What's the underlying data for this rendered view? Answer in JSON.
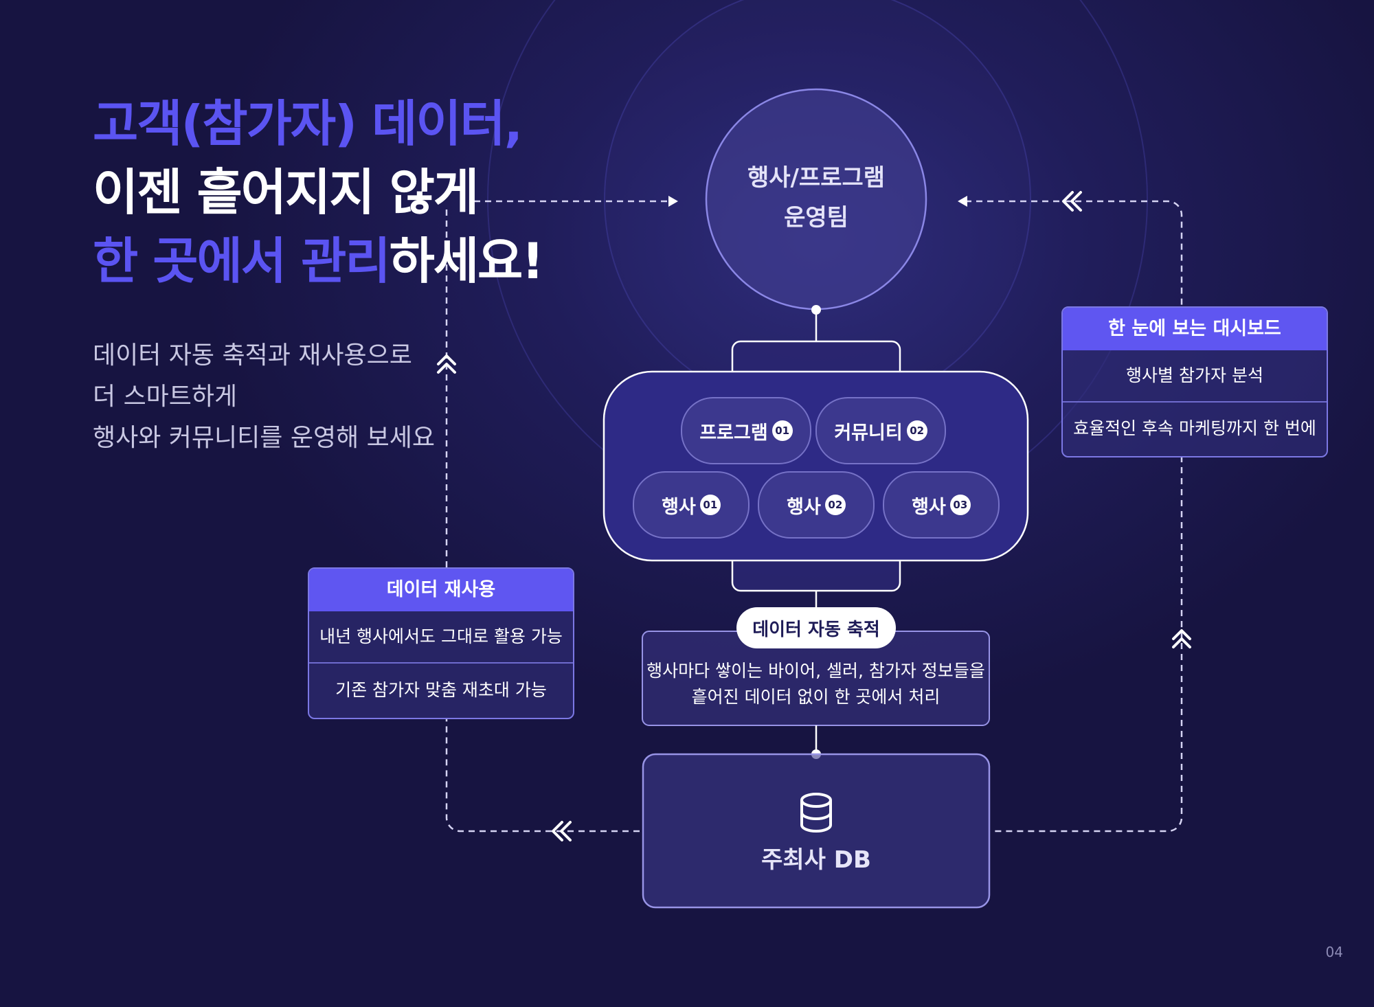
{
  "headline": {
    "line1": "고객(참가자) 데이터,",
    "line2": "이젠 흩어지지 않게",
    "line3_highlight": "한 곳에서 관리",
    "line3_rest": "하세요!"
  },
  "subtext": {
    "line1": "데이터 자동 축적과 재사용으로",
    "line2": "더 스마트하게",
    "line3": "행사와 커뮤니티를 운영해 보세요"
  },
  "team_node": {
    "line1": "행사/프로그램",
    "line2": "운영팀"
  },
  "programs": [
    {
      "label": "프로그램",
      "badge": "01"
    },
    {
      "label": "커뮤니티",
      "badge": "02"
    }
  ],
  "events": [
    {
      "label": "행사",
      "badge": "01"
    },
    {
      "label": "행사",
      "badge": "02"
    },
    {
      "label": "행사",
      "badge": "03"
    }
  ],
  "dashboard_card": {
    "title": "한 눈에 보는 대시보드",
    "row1": "행사별 참가자 분석",
    "row2": "효율적인 후속 마케팅까지 한 번에"
  },
  "reuse_card": {
    "title": "데이터 재사용",
    "row1": "내년 행사에서도 그대로 활용 가능",
    "row2": "기존 참가자 맞춤 재초대 가능"
  },
  "accumulate": {
    "tag": "데이터 자동 축적",
    "line1": "행사마다 쌓이는 바이어, 셀러, 참가자 정보들을",
    "line2": "흩어진 데이터 없이 한 곳에서 처리"
  },
  "db": {
    "label": "주최사 DB",
    "icon": "database-icon"
  },
  "page_number": "04",
  "colors": {
    "accent": "#5b54f2",
    "background": "#1b1850",
    "card_header": "#5f56f1"
  }
}
